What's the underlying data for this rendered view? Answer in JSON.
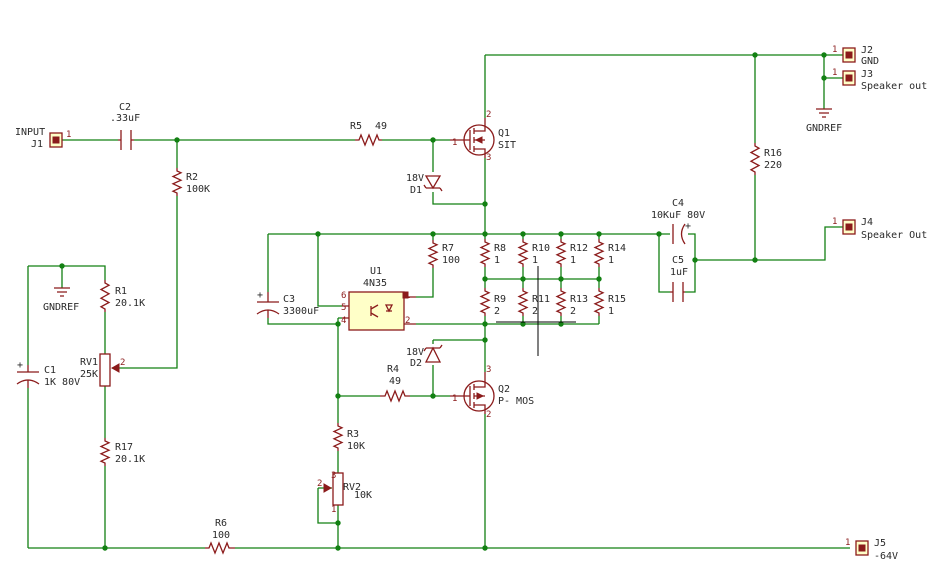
{
  "schematic": {
    "connectors": {
      "j1_name": "INPUT",
      "j1_ref": "J1",
      "j2_ref": "J2",
      "j2_name": "GND",
      "j3_ref": "J3",
      "j3_name": "Speaker out -",
      "j4_ref": "J4",
      "j4_name": "Speaker Out +",
      "j5_ref": "J5",
      "j5_name": "-64V",
      "pin1": "1"
    },
    "gndref": "GNDREF",
    "parts": {
      "c1_ref": "C1",
      "c1_val": "1K 80V",
      "c2_ref": "C2",
      "c2_val": ".33uF",
      "c3_ref": "C3",
      "c3_val": "3300uF",
      "c4_ref": "C4",
      "c4_val": "10KuF 80V",
      "c5_ref": "C5",
      "c5_val": "1uF",
      "r1_ref": "R1",
      "r1_val": "20.1K",
      "r2_ref": "R2",
      "r2_val": "100K",
      "r3_ref": "R3",
      "r3_val": "10K",
      "r4_ref": "R4",
      "r4_val": "49",
      "r5_ref": "R5",
      "r5_val": "49",
      "r6_ref": "R6",
      "r6_val": "100",
      "r7_ref": "R7",
      "r7_val": "100",
      "r8_ref": "R8",
      "r8_val": "1",
      "r9_ref": "R9",
      "r9_val": "2",
      "r10_ref": "R10",
      "r10_val": "1",
      "r11_ref": "R11",
      "r11_val": "2",
      "r12_ref": "R12",
      "r12_val": "1",
      "r13_ref": "R13",
      "r13_val": "2",
      "r14_ref": "R14",
      "r14_val": "1",
      "r15_ref": "R15",
      "r15_val": "1",
      "r16_ref": "R16",
      "r16_val": "220",
      "r17_ref": "R17",
      "r17_val": "20.1K",
      "rv1_ref": "RV1",
      "rv1_val": "25K",
      "rv2_ref": "RV2",
      "rv2_val": "10K",
      "d1_ref": "D1",
      "d1_val": "18V",
      "d2_ref": "D2",
      "d2_val": "18V",
      "q1_ref": "Q1",
      "q1_val": "SIT",
      "q2_ref": "Q2",
      "q2_val": "P- MOS",
      "u1_ref": "U1",
      "u1_val": "4N35"
    },
    "pins": {
      "p1": "1",
      "p2": "2",
      "p3": "3",
      "p4": "4",
      "p5": "5",
      "p6": "6"
    },
    "colors": {
      "wire": "#138013",
      "part": "#8b1b1b",
      "body": "#ffffc8",
      "text": "#2a2a2a"
    }
  }
}
